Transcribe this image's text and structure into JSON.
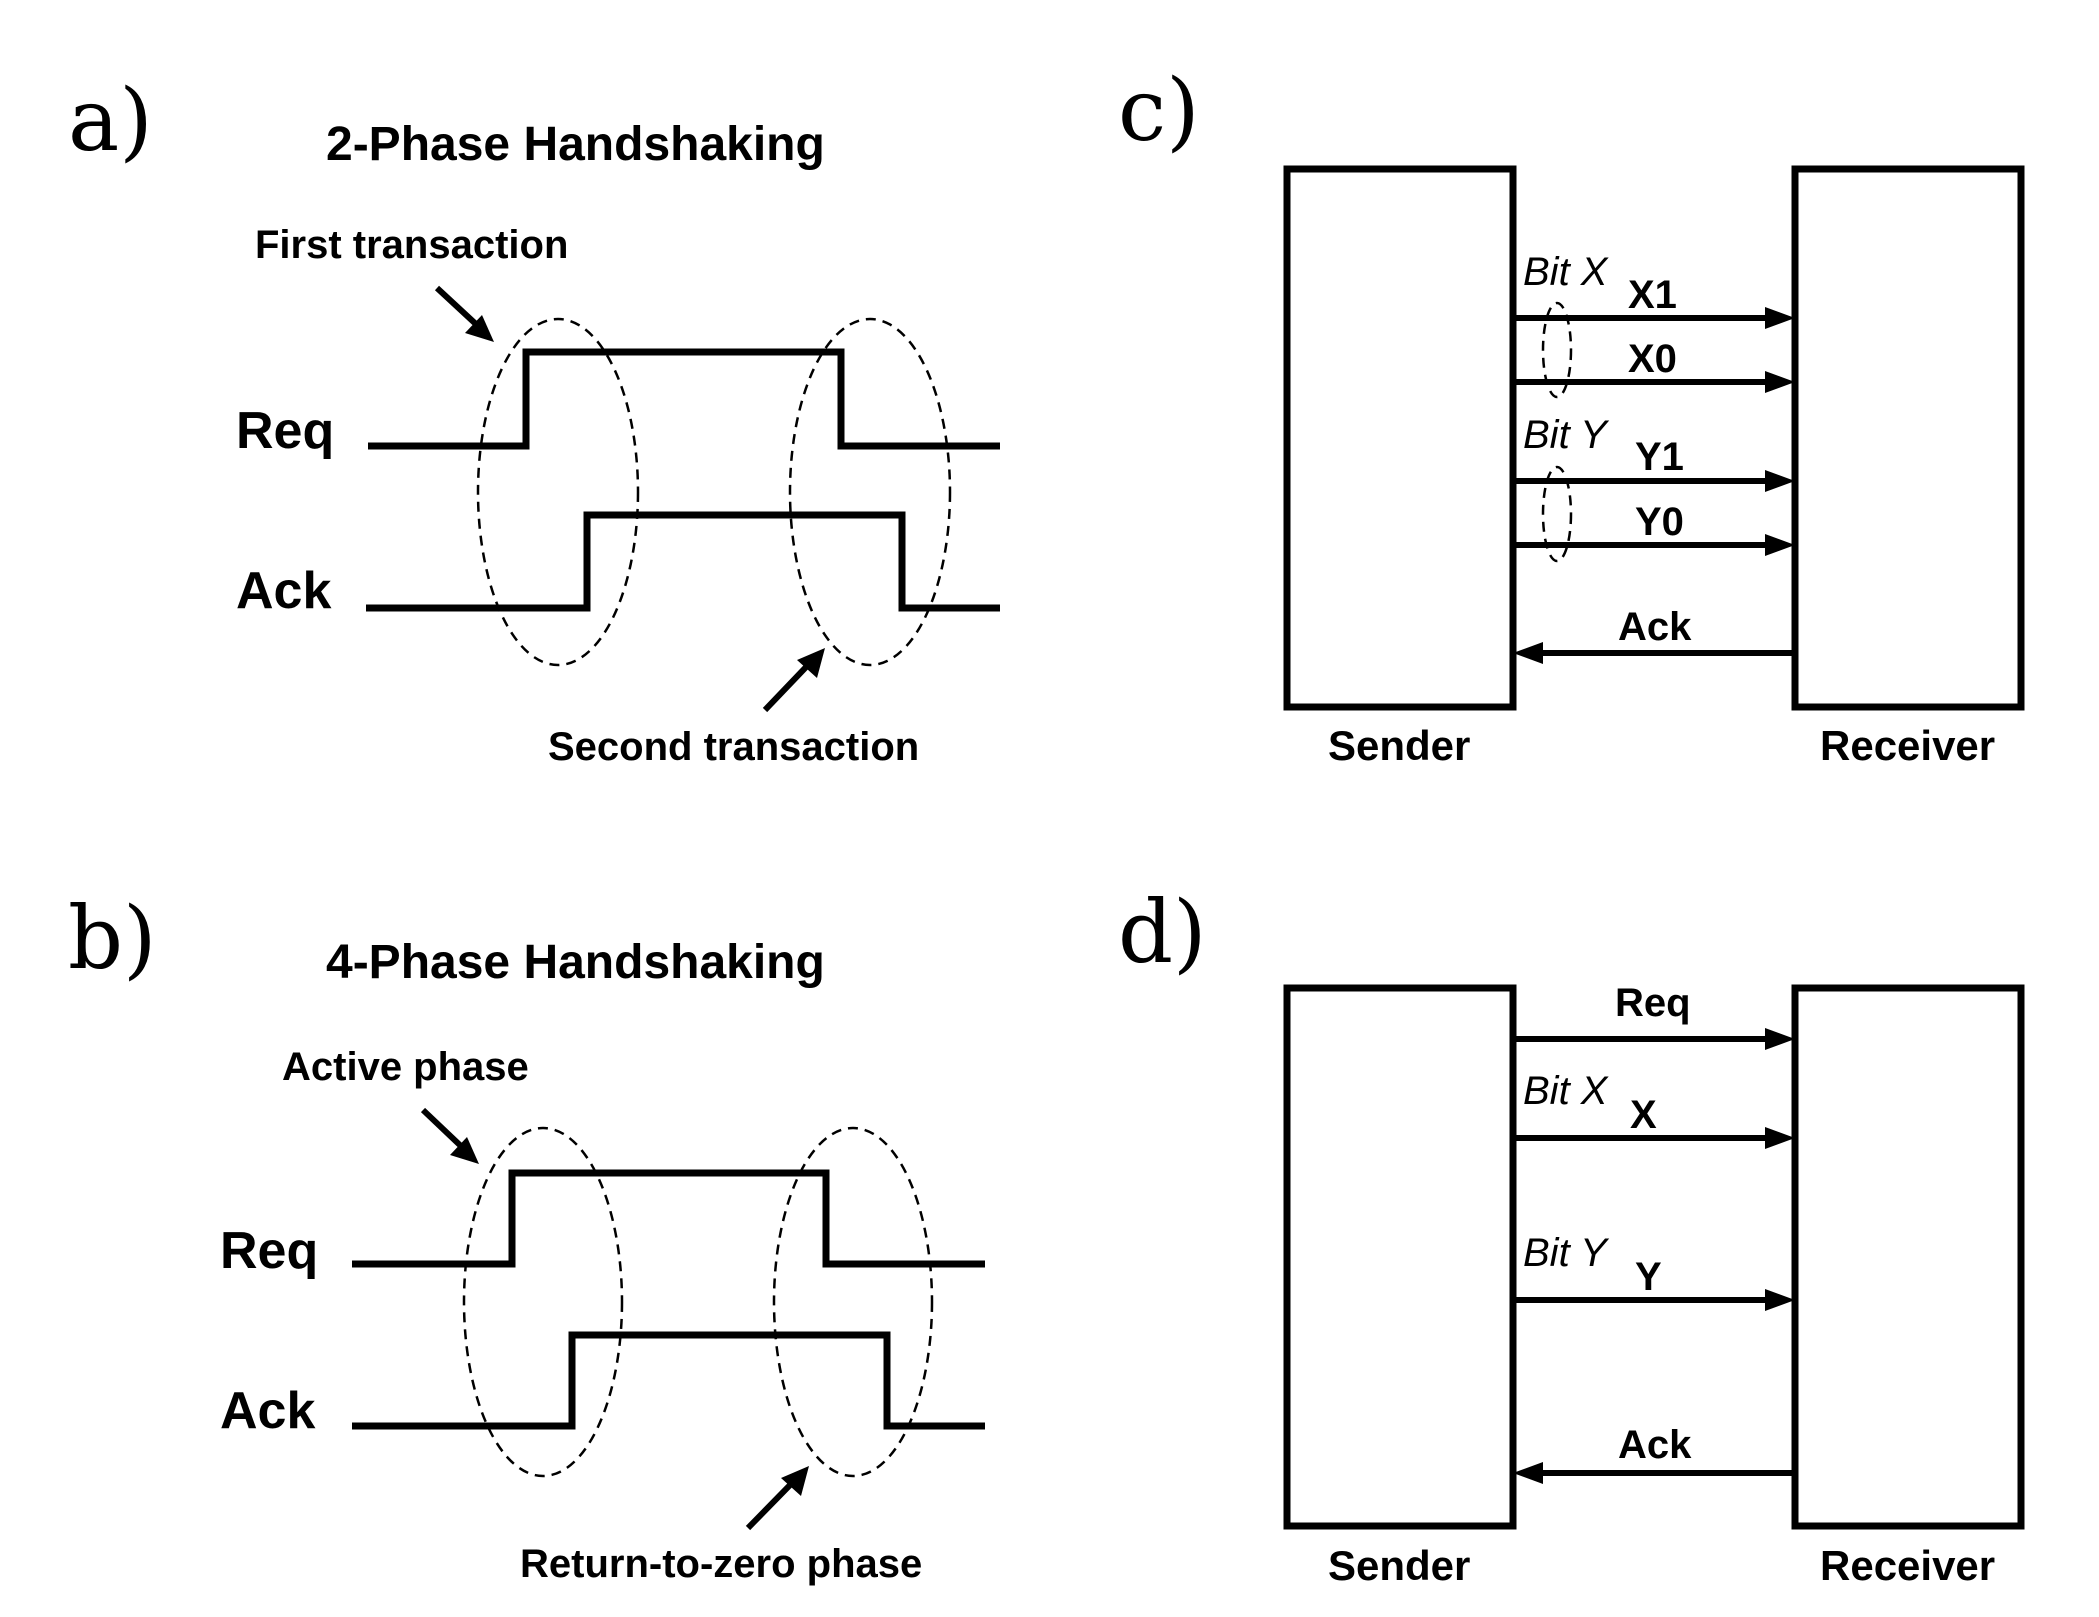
{
  "panel_a": {
    "letter": "a)",
    "title": "2-Phase Handshaking",
    "callout_top": "First transaction",
    "callout_bottom": "Second transaction",
    "req_label": "Req",
    "ack_label": "Ack"
  },
  "panel_b": {
    "letter": "b)",
    "title": "4-Phase Handshaking",
    "callout_top": "Active phase",
    "callout_bottom": "Return-to-zero phase",
    "req_label": "Req",
    "ack_label": "Ack"
  },
  "panel_c": {
    "letter": "c)",
    "sender": "Sender",
    "receiver": "Receiver",
    "bit_x": "Bit X",
    "bit_y": "Bit Y",
    "x1": "X1",
    "x0": "X0",
    "y1": "Y1",
    "y0": "Y0",
    "ack": "Ack"
  },
  "panel_d": {
    "letter": "d)",
    "sender": "Sender",
    "receiver": "Receiver",
    "req": "Req",
    "bit_x": "Bit X",
    "x": "X",
    "bit_y": "Bit Y",
    "y": "Y",
    "ack": "Ack"
  }
}
